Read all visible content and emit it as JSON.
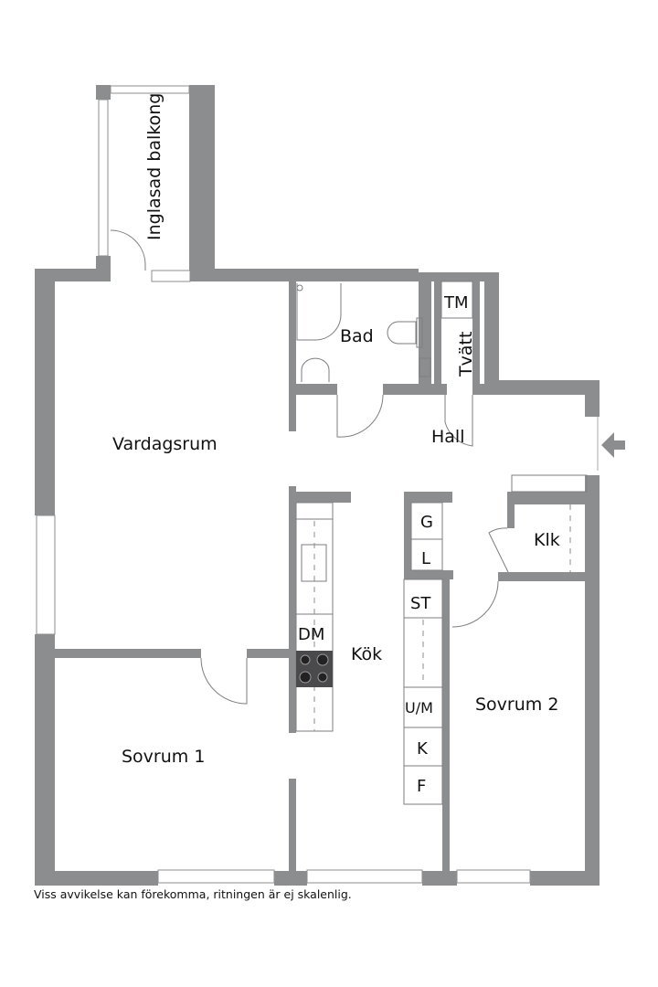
{
  "plan": {
    "wall_color": "#8c8d8f",
    "rooms": {
      "balcony": "Inglasad balkong",
      "bathroom": "Bad",
      "laundry": "Tvätt",
      "laundry_machine": "TM",
      "hall": "Hall",
      "living_room": "Vardagsrum",
      "kitchen": "Kök",
      "closet": "Klk",
      "bedroom1": "Sovrum 1",
      "bedroom2": "Sovrum 2"
    },
    "kitchen_units": {
      "dishwasher": "DM",
      "g": "G",
      "l": "L",
      "st": "ST",
      "um": "U/M",
      "k": "K",
      "f": "F"
    },
    "entrance_icon": "entrance-arrow-icon"
  },
  "footer": {
    "disclaimer": "Viss avvikelse kan förekomma, ritningen är ej skalenlig."
  }
}
